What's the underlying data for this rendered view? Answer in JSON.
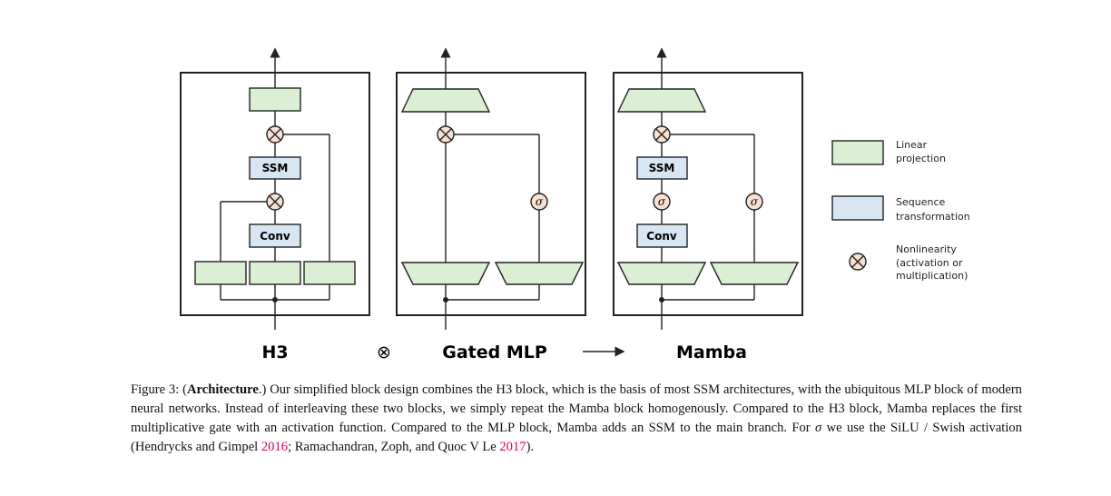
{
  "diagram": {
    "panels": {
      "h3": {
        "title": "H3",
        "ssm_label": "SSM",
        "conv_label": "Conv"
      },
      "gated_mlp": {
        "title": "Gated MLP",
        "sigma_label": "σ"
      },
      "mamba": {
        "title": "Mamba",
        "ssm_label": "SSM",
        "conv_label": "Conv",
        "sigma_label": "σ"
      }
    },
    "operators": {
      "otimes": "⊗",
      "arrow": "⟶"
    },
    "legend": {
      "linear_line1": "Linear",
      "linear_line2": "projection",
      "sequence_line1": "Sequence",
      "sequence_line2": "transformation",
      "nonlin_line1": "Nonlinearity",
      "nonlin_line2": "(activation or",
      "nonlin_line3": "multiplication)"
    },
    "colors": {
      "linear_fill": "#dbefd4",
      "sequence_fill": "#d8e6f4",
      "nonlin_fill": "#f7e1d3",
      "stroke": "#222222"
    }
  },
  "caption": {
    "prefix": "Figure 3: (",
    "bold": "Architecture",
    "text1": ".) Our simplified block design combines the H3 block, which is the basis of most SSM architectures, with the ubiquitous MLP block of modern neural networks. Instead of interleaving these two blocks, we simply repeat the Mamba block homogenously. Compared to the H3 block, Mamba replaces the first multiplicative gate with an activation function. Compared to the MLP block, Mamba adds an SSM to the main branch. For ",
    "sigma": "σ",
    "text2": " we use the SiLU / Swish activation (Hendrycks and Gimpel ",
    "cite1": "2016",
    "text3": "; Ramachandran, Zoph, and Quoc V Le ",
    "cite2": "2017",
    "text4": ")."
  }
}
